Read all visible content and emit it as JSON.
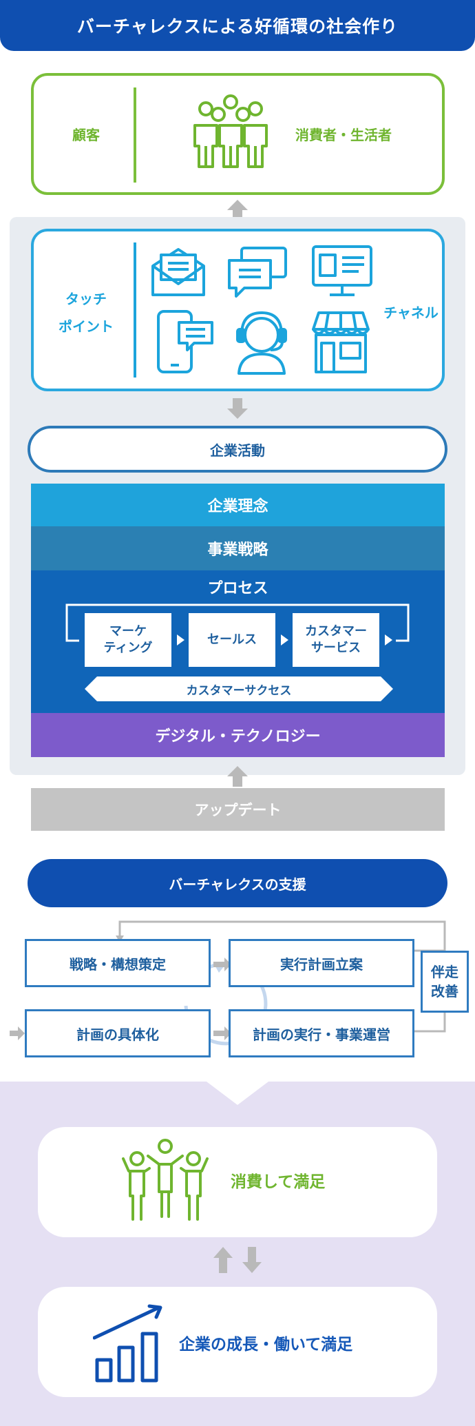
{
  "header": {
    "title": "バーチャレクスによる好循環の社会作り"
  },
  "customer": {
    "label": "顧客",
    "group": "消費者・生活者"
  },
  "touchpoint": {
    "label_line1": "タッチ",
    "label_line2": "ポイント",
    "channel": "チャネル",
    "icons": [
      "mail-icon",
      "chat-icon",
      "web-icon",
      "mobile-chat-icon",
      "headset-icon",
      "store-icon"
    ]
  },
  "activity": {
    "label": "企業活動"
  },
  "layers": {
    "philosophy": "企業理念",
    "strategy": "事業戦略",
    "process": "プロセス",
    "digital": "デジタル・テクノロジー"
  },
  "process": {
    "marketing_line1": "マーケ",
    "marketing_line2": "ティング",
    "sales": "セールス",
    "cs_line1": "カスタマー",
    "cs_line2": "サービス",
    "success": "カスタマーサクセス"
  },
  "update": {
    "label": "アップデート"
  },
  "support": {
    "title": "バーチャレクスの支援",
    "step1": "戦略・構想策定",
    "step2": "実行計画立案",
    "step3": "計画の具体化",
    "step4": "計画の実行・事業運営",
    "side_line1": "伴走",
    "side_line2": "改善"
  },
  "outcomes": {
    "consumer": "消費して満足",
    "company": "企業の成長・働いて満足"
  },
  "colors": {
    "brand_blue": "#0f4fb0",
    "green": "#7bbf3a",
    "cyan": "#1fa3db",
    "purple": "#7d5bcb",
    "lavender": "#e5e0f3"
  }
}
